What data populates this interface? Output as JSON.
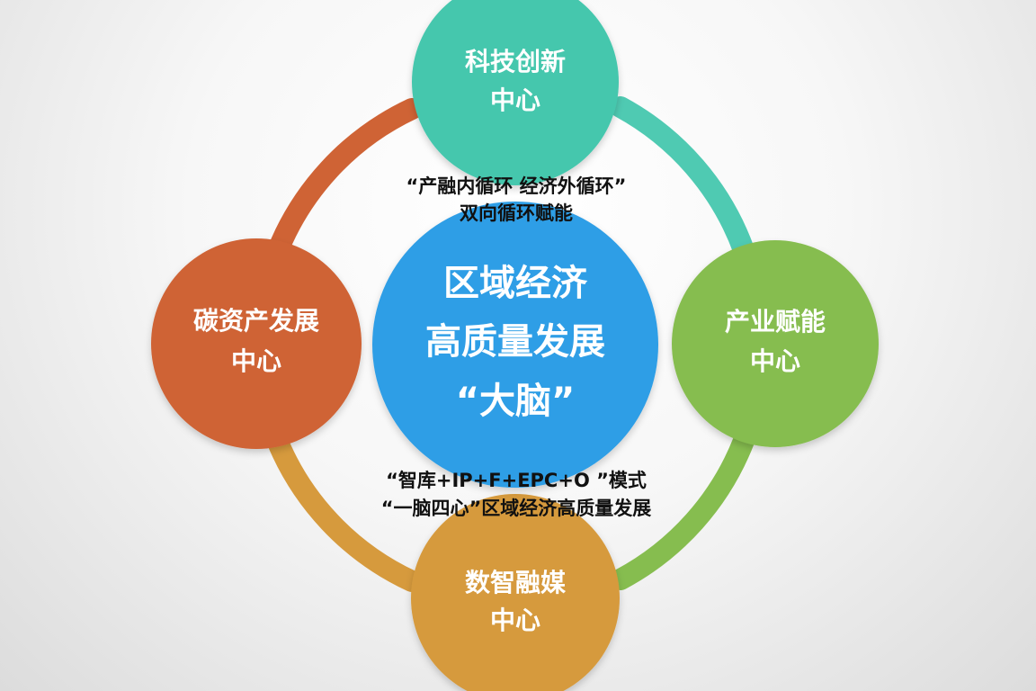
{
  "center": {
    "lines": [
      "区域经济",
      "高质量发展",
      "“大脑”"
    ],
    "color": "#2f9ee6"
  },
  "nodes": {
    "top": {
      "line1": "科技创新",
      "line2": "中心",
      "color": "#45c7ad"
    },
    "right": {
      "line1": "产业赋能",
      "line2": "中心",
      "color": "#86bd4f"
    },
    "bottom": {
      "line1": "数智融媒",
      "line2": "中心",
      "color": "#d69a3d"
    },
    "left": {
      "line1": "碳资产发展",
      "line2": "中心",
      "color": "#cf6335"
    }
  },
  "captions": {
    "top": {
      "line1": "“产融内循环  经济外循环”",
      "line2": "双向循环赋能"
    },
    "bottom": {
      "line1": "“智库+IP+F+EPC+O ”模式",
      "line2": "“一脑四心”区域经济高质量发展"
    }
  },
  "ring_colors": {
    "top_right": "#4fcab2",
    "right_bottom": "#86bd4f",
    "bottom_left": "#d69a3d",
    "left_top": "#cf6335"
  }
}
